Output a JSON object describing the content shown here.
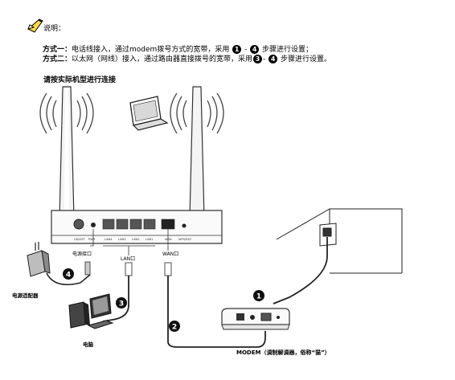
{
  "note": {
    "label": "说明："
  },
  "methods": [
    {
      "name": "方式一",
      "sep": "：",
      "text_a": "电话线接入，通过modem拨号方式的宽带，采用",
      "step_a": "1",
      "dash": " - ",
      "step_b": "4",
      "text_b": " 步骤进行设置；"
    },
    {
      "name": "方式二",
      "sep": "：",
      "text_a": "以太网（网线）接入，通过路由器直接拨号的宽带，采用",
      "step_a": "3",
      "dash": "- ",
      "step_b": "4",
      "text_b": " 步骤进行设置。"
    }
  ],
  "heading": "请按实际机型进行连接",
  "router": {
    "ports": [
      "ON/OFF",
      "PWR",
      "LAN4",
      "LAN3",
      "LAN2",
      "LAN1",
      "WAN",
      "WPS/RST"
    ]
  },
  "labels": {
    "power_port": "电源接口",
    "lan_port": "LAN口",
    "wan_port": "WAN口",
    "adapter": "电源适配器",
    "computer": "电脑",
    "modem": "MODEM（调制解调器，俗称“猫”）"
  },
  "steps": {
    "s1": "1",
    "s2": "2",
    "s3": "3",
    "s4": "4"
  }
}
